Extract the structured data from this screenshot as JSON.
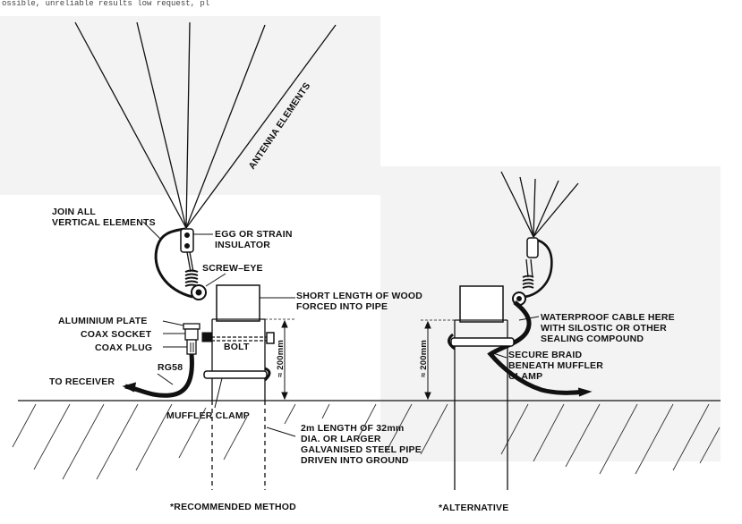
{
  "header_fragment": "ossible, unreliable results low request, pl",
  "labels": {
    "antenna_elements": "ANTENNA ELEMENTS",
    "join_line1": "JOIN ALL",
    "join_line2": "VERTICAL ELEMENTS",
    "egg_line1": "EGG OR STRAIN",
    "egg_line2": "INSULATOR",
    "screw_eye": "SCREW–EYE",
    "wood_line1": "SHORT LENGTH OF WOOD",
    "wood_line2": "FORCED INTO PIPE",
    "aluminium_plate": "ALUMINIUM PLATE",
    "coax_socket": "COAX SOCKET",
    "coax_plug": "COAX PLUG",
    "bolt": "BOLT",
    "rg58": "RG58",
    "to_receiver": "TO RECEIVER",
    "muffler_clamp": "MUFFLER CLAMP",
    "pipe_line1": "2m LENGTH OF 32mm",
    "pipe_line2": "DIA. OR LARGER",
    "pipe_line3": "GALVANISED STEEL PIPE",
    "pipe_line4": "DRIVEN INTO GROUND",
    "dim_left": "≈ 200mm",
    "dim_right": "≈ 200mm",
    "waterproof_line1": "WATERPROOF CABLE HERE",
    "waterproof_line2": "WITH SILOSTIC OR OTHER",
    "waterproof_line3": "SEALING COMPOUND",
    "braid_line1": "SECURE BRAID",
    "braid_line2": "BENEATH MUFFLER",
    "braid_line3": "CLAMP",
    "recommended": "*RECOMMENDED METHOD",
    "alternative": "*ALTERNATIVE"
  },
  "colors": {
    "ink": "#111111",
    "paper": "#ffffff",
    "scan_gray": "#f2f2f2"
  }
}
